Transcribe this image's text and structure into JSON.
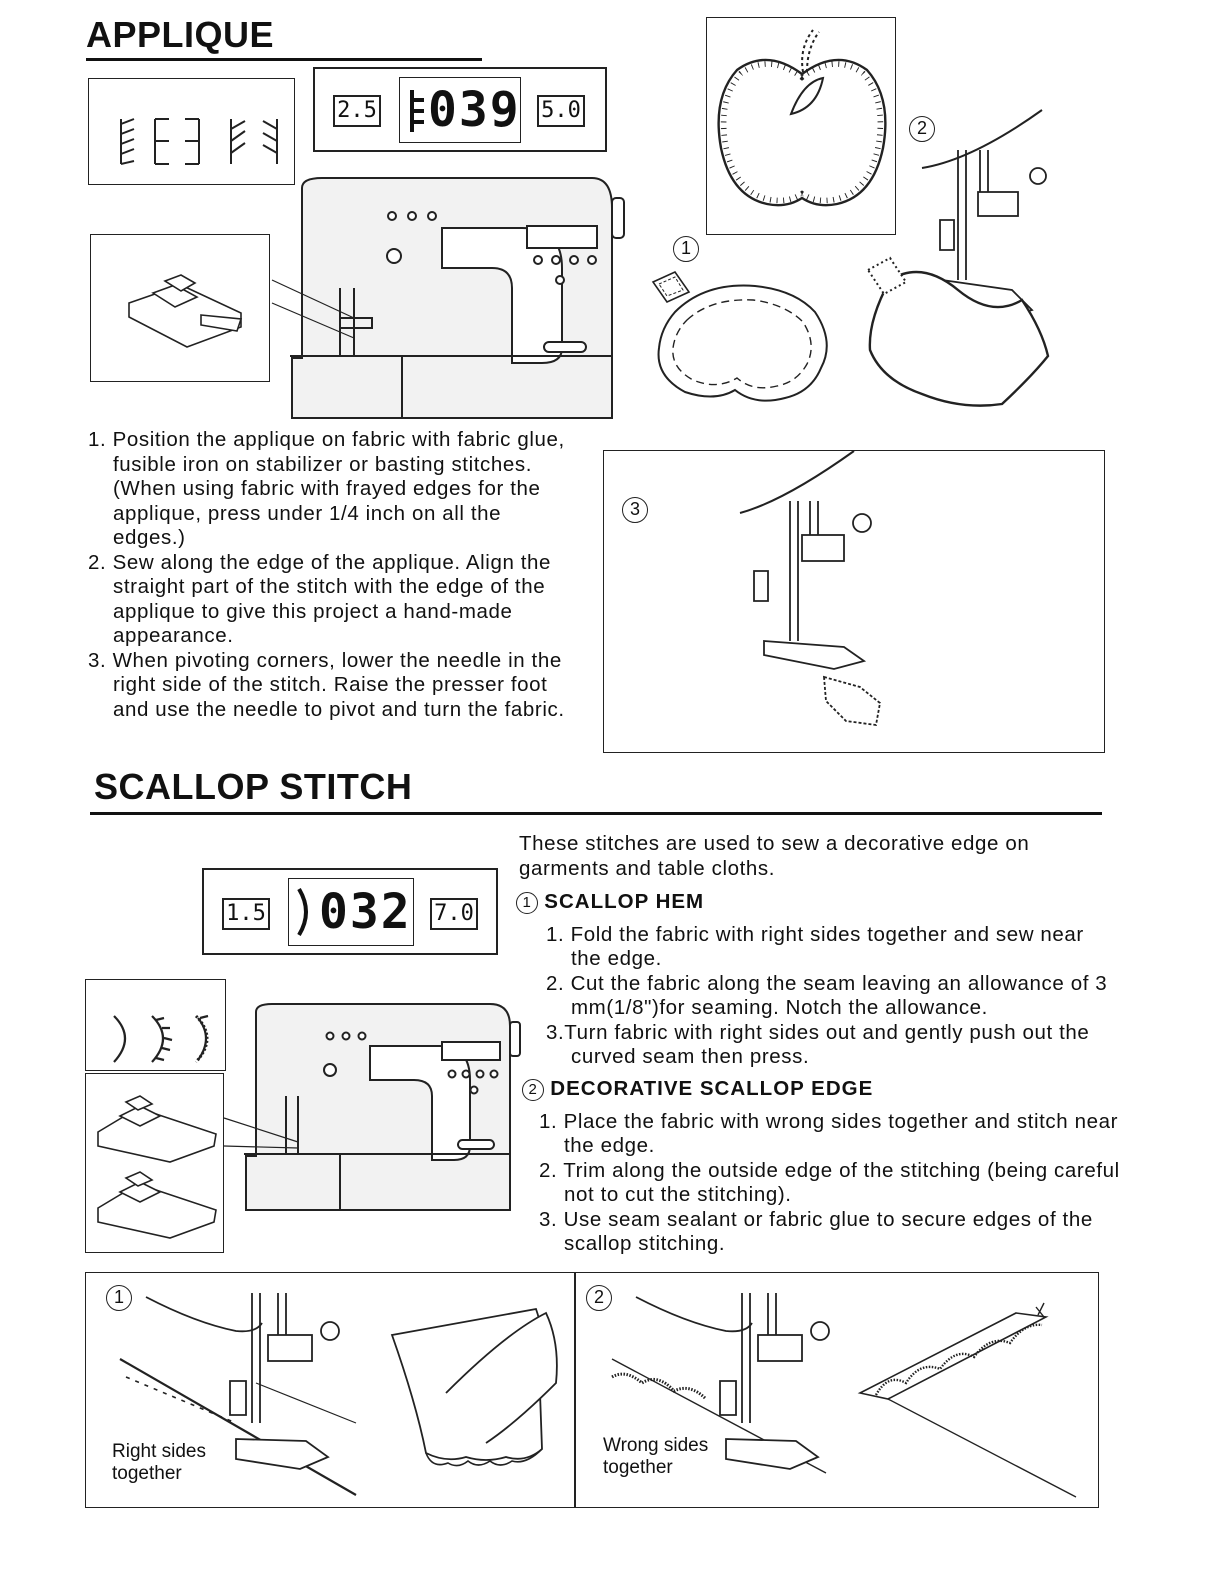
{
  "applique": {
    "title": "APPLIQUE",
    "lcd": {
      "left": "2.5",
      "main": "039",
      "right": "5.0"
    },
    "steps": [
      "1. Position the applique on fabric with fabric glue, fusible iron on stabilizer or basting stitches. (When using fabric with frayed edges for the applique, press under 1/4 inch on all the edges.)",
      "2. Sew along the edge of the applique. Align the straight part of the stitch with the edge of the applique to give this project a hand-made appearance.",
      "3. When pivoting corners, lower the needle in the right side of the stitch. Raise the presser foot and use the needle to pivot and turn the fabric."
    ],
    "figure_labels": [
      "1",
      "2",
      "3"
    ]
  },
  "scallop": {
    "title": "SCALLOP STITCH",
    "lcd": {
      "left": "1.5",
      "main": "032",
      "right": "7.0"
    },
    "intro": "These stitches are used to sew a decorative edge on garments and table cloths.",
    "hem": {
      "number": "1",
      "heading": "SCALLOP  HEM",
      "steps": [
        "1. Fold the fabric with right sides together and sew near the edge.",
        "2. Cut the fabric along the seam leaving an allowance of 3 mm(1/8\")for seaming. Notch the allowance.",
        "3.Turn fabric with right sides out and gently push out the curved seam then press."
      ]
    },
    "edge": {
      "number": "2",
      "heading": "DECORATIVE SCALLOP EDGE",
      "steps": [
        "1. Place the fabric with wrong sides together and stitch near the edge.",
        "2. Trim along the outside edge of the stitching (being careful not to cut the stitching).",
        "3. Use seam sealant or fabric glue to secure edges of the scallop stitching."
      ]
    },
    "panel1": {
      "number": "1",
      "caption_line1": "Right sides",
      "caption_line2": "together"
    },
    "panel2": {
      "number": "2",
      "caption_line1": "Wrong sides",
      "caption_line2": "together"
    }
  }
}
